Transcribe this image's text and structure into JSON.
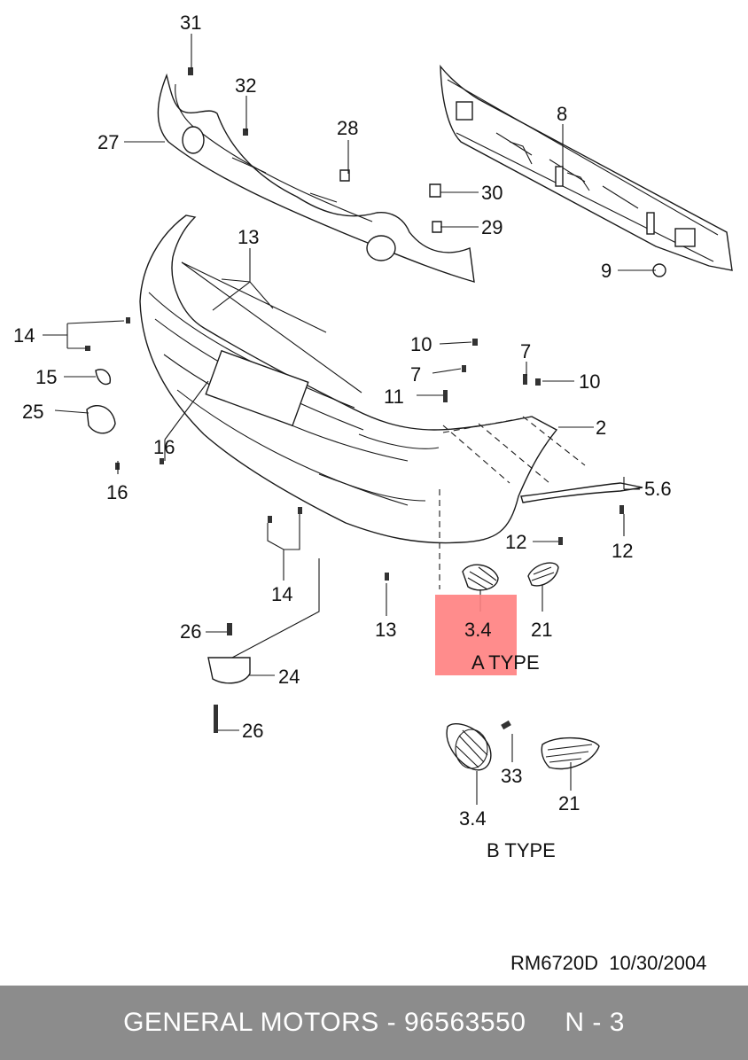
{
  "diagram": {
    "callouts": {
      "c31": "31",
      "c32": "32",
      "c27": "27",
      "c28": "28",
      "c30": "30",
      "c29": "29",
      "c8": "8",
      "c9": "9",
      "c13a": "13",
      "c14a": "14",
      "c15": "15",
      "c25": "25",
      "c16a": "16",
      "c16b": "16",
      "c10a": "10",
      "c7a": "7",
      "c7b": "7",
      "c11": "11",
      "c10b": "10",
      "c2": "2",
      "c56": "5.6",
      "c12a": "12",
      "c12b": "12",
      "c14b": "14",
      "c13b": "13",
      "c34a": "3.4",
      "c21a": "21",
      "c26a": "26",
      "c24": "24",
      "c26b": "26",
      "c33": "33",
      "c34b": "3.4",
      "c21b": "21"
    },
    "type_a": "A TYPE",
    "type_b": "B TYPE",
    "reference": "RM6720D  10/30/2004"
  },
  "footer": {
    "brand_part": "GENERAL MOTORS - 96563550",
    "page": "N - 3"
  }
}
